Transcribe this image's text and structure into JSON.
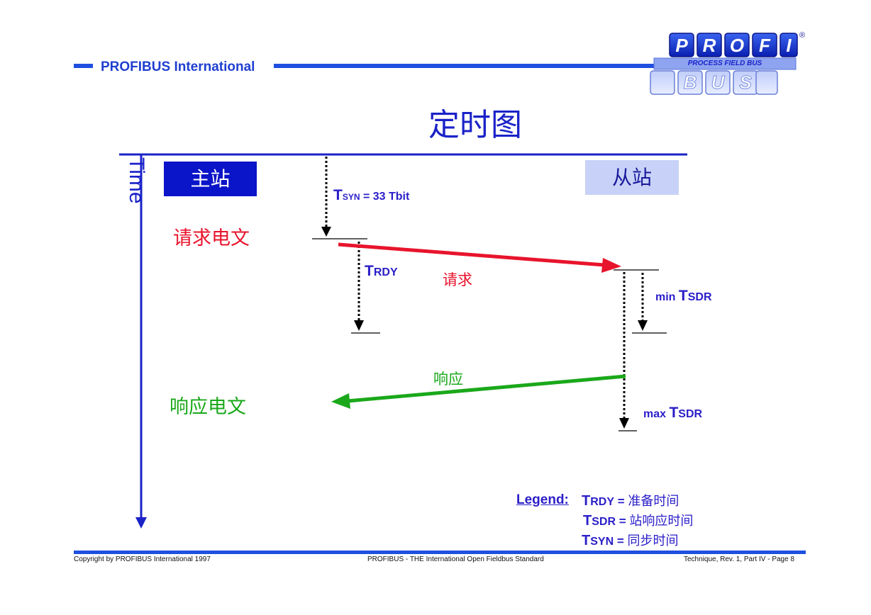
{
  "header": {
    "org_name": "PROFIBUS International",
    "logo": {
      "top_letters": [
        "P",
        "R",
        "O",
        "F",
        "I"
      ],
      "middle_text": "PROCESS FIELD BUS",
      "bottom_letters": [
        "B",
        "U",
        "S"
      ],
      "registered_mark": "®"
    }
  },
  "title": "定时图",
  "axis": {
    "label": "Time"
  },
  "stations": {
    "master": "主站",
    "slave": "从站"
  },
  "messages": {
    "request_frame": "请求电文",
    "request": "请求",
    "response": "响应",
    "response_frame": "响应电文"
  },
  "timings": {
    "tsyn": {
      "t": "T",
      "sub": "SYN",
      "rest": " = 33 Tbit"
    },
    "trdy": {
      "t": "T",
      "sub": "RDY"
    },
    "min_tsdr": {
      "prefix": "min ",
      "t": "T",
      "sub": "SDR"
    },
    "max_tsdr": {
      "prefix": "max ",
      "t": "T",
      "sub": "SDR"
    }
  },
  "legend": {
    "header": "Legend:",
    "items": [
      {
        "t": "T",
        "sub": "RDY",
        "eq": " = ",
        "meaning": "准备时间"
      },
      {
        "t": "T",
        "sub": "SDR",
        "eq": " = ",
        "meaning": "站响应时间"
      },
      {
        "t": "T",
        "sub": "SYN",
        "eq": " = ",
        "meaning": "同步时间"
      }
    ]
  },
  "footer": {
    "left": "Copyright by PROFIBUS International 1997",
    "center": "PROFIBUS - THE International Open Fieldbus Standard",
    "right": "Technique, Rev. 1, Part IV - Page 8"
  },
  "colors": {
    "brand_blue": "#1f4fe0",
    "title_blue": "#1a22c8",
    "request_red": "#e8142c",
    "response_green": "#1aa81a"
  }
}
